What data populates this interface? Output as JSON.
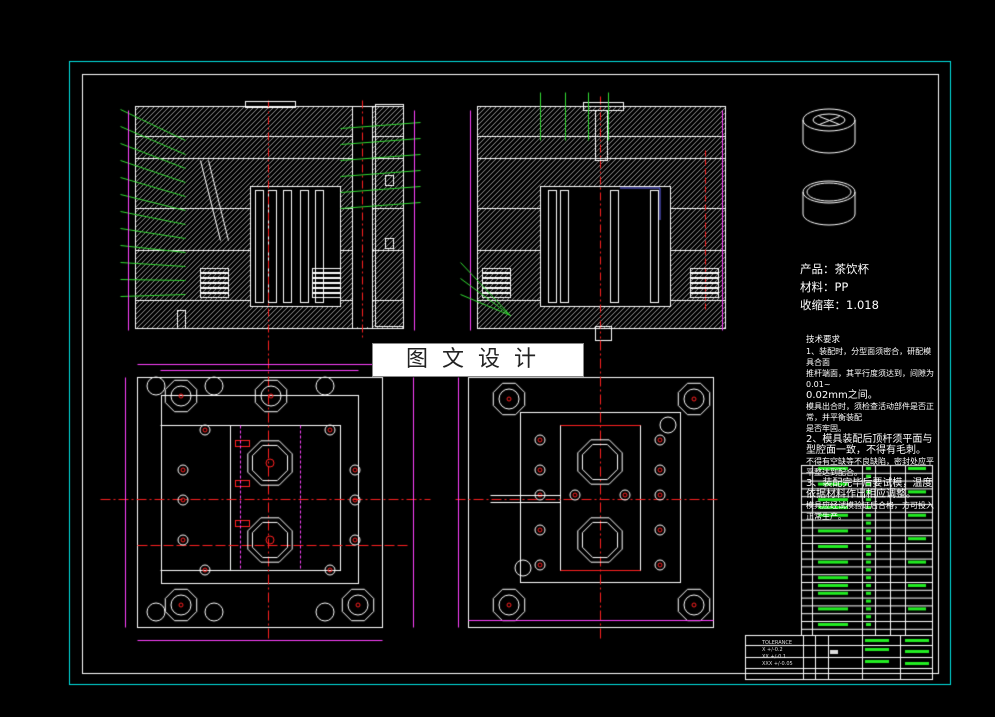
{
  "watermark": "图文设计",
  "product_info": {
    "product": "产品：茶饮杯",
    "material": "材料：PP",
    "shrinkage": "收缩率：1.018"
  },
  "tech_requirements": {
    "heading": "技术要求",
    "items": [
      "1、装配时，分型面须密合，研配模具合面",
      "推杆端面，其平行度须达到，间隙为0.01~",
      "0.02mm之间。",
      "模具出合时，须检查活动部件是否正常，并平衡装配",
      "是否牢固。",
      "2、模具装配后顶杆须平面与型腔面一致，不得有毛刺。",
      "不得有空缺等不良缺陷，密封处应平平整达到配合。",
      "3、装配完毕后要试模，温度依据材料作出相应调整。",
      "模具应经试模验证后合格，方可投入正常生产。"
    ]
  },
  "tolerance_box": {
    "title": "TOLERANCE",
    "rows": [
      "X   +/-0.2",
      "XX  +/-0.1",
      "XXX +/-0.05"
    ]
  },
  "colors": {
    "frame": "#00e5e5",
    "outline": "#ffffff",
    "hatch": "#9a9a9a",
    "centerline": "#ff2020",
    "dimension": "#ff40ff",
    "leader": "#33dd33",
    "insert": "#6a6aff",
    "table_text": "#22ee22"
  },
  "icons": {
    "cup_iso_1": "cup-with-lid-icon",
    "cup_iso_2": "cup-open-icon"
  }
}
